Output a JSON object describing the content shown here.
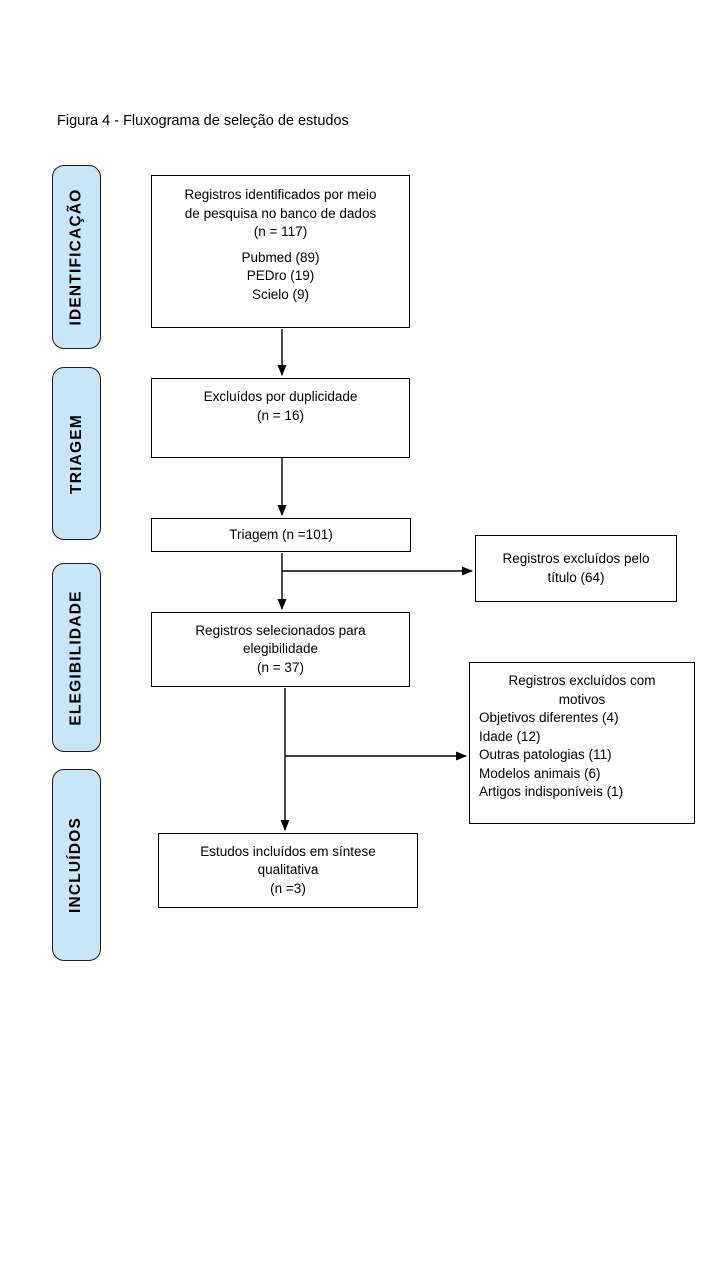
{
  "title": "Figura 4 - Fluxograma de seleção de estudos",
  "colors": {
    "stage_fill": "#c9e6f8",
    "box_border": "#000000",
    "background": "#ffffff",
    "text": "#000000"
  },
  "stages": [
    {
      "label": "IDENTIFICAÇÃO"
    },
    {
      "label": "TRIAGEM"
    },
    {
      "label": "ELEGIBILIDADE"
    },
    {
      "label": "INCLUÍDOS"
    }
  ],
  "boxes": {
    "identified": {
      "lines": [
        "Registros identificados por meio",
        "de pesquisa no banco de dados",
        "(n = 117)"
      ],
      "sources": [
        "Pubmed (89)",
        "PEDro (19)",
        "Scielo (9)"
      ]
    },
    "duplicates": {
      "lines": [
        "Excluídos por duplicidade",
        "(n = 16)"
      ]
    },
    "screening": {
      "lines": [
        "Triagem (n =101)"
      ]
    },
    "excluded_by_title": {
      "lines": [
        "Registros excluídos pelo",
        "título (64)"
      ]
    },
    "eligibility": {
      "lines": [
        "Registros selecionados para",
        "elegibilidade",
        "(n = 37)"
      ]
    },
    "excluded_reasons": {
      "heading": [
        "Registros excluídos com",
        "motivos"
      ],
      "reasons": [
        "Objetivos diferentes (4)",
        "Idade (12)",
        "Outras patologias (11)",
        "Modelos animais (6)",
        "Artigos indisponíveis (1)"
      ]
    },
    "included": {
      "lines": [
        "Estudos incluídos em síntese",
        "qualitativa",
        "(n =3)"
      ]
    }
  }
}
